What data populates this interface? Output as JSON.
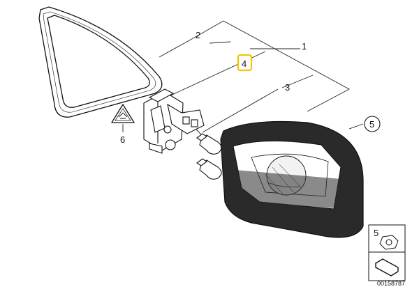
{
  "diagram": {
    "callouts": {
      "c1": "1",
      "c2": "2",
      "c3": "3",
      "c4": "4",
      "c5": "5",
      "c6": "6"
    },
    "legend": {
      "number": "5",
      "doc_id": "00158787"
    },
    "highlighted_callout": "4",
    "colors": {
      "line": "#111111",
      "highlight": "#f5c400",
      "lens": "#2a2a2a"
    }
  }
}
